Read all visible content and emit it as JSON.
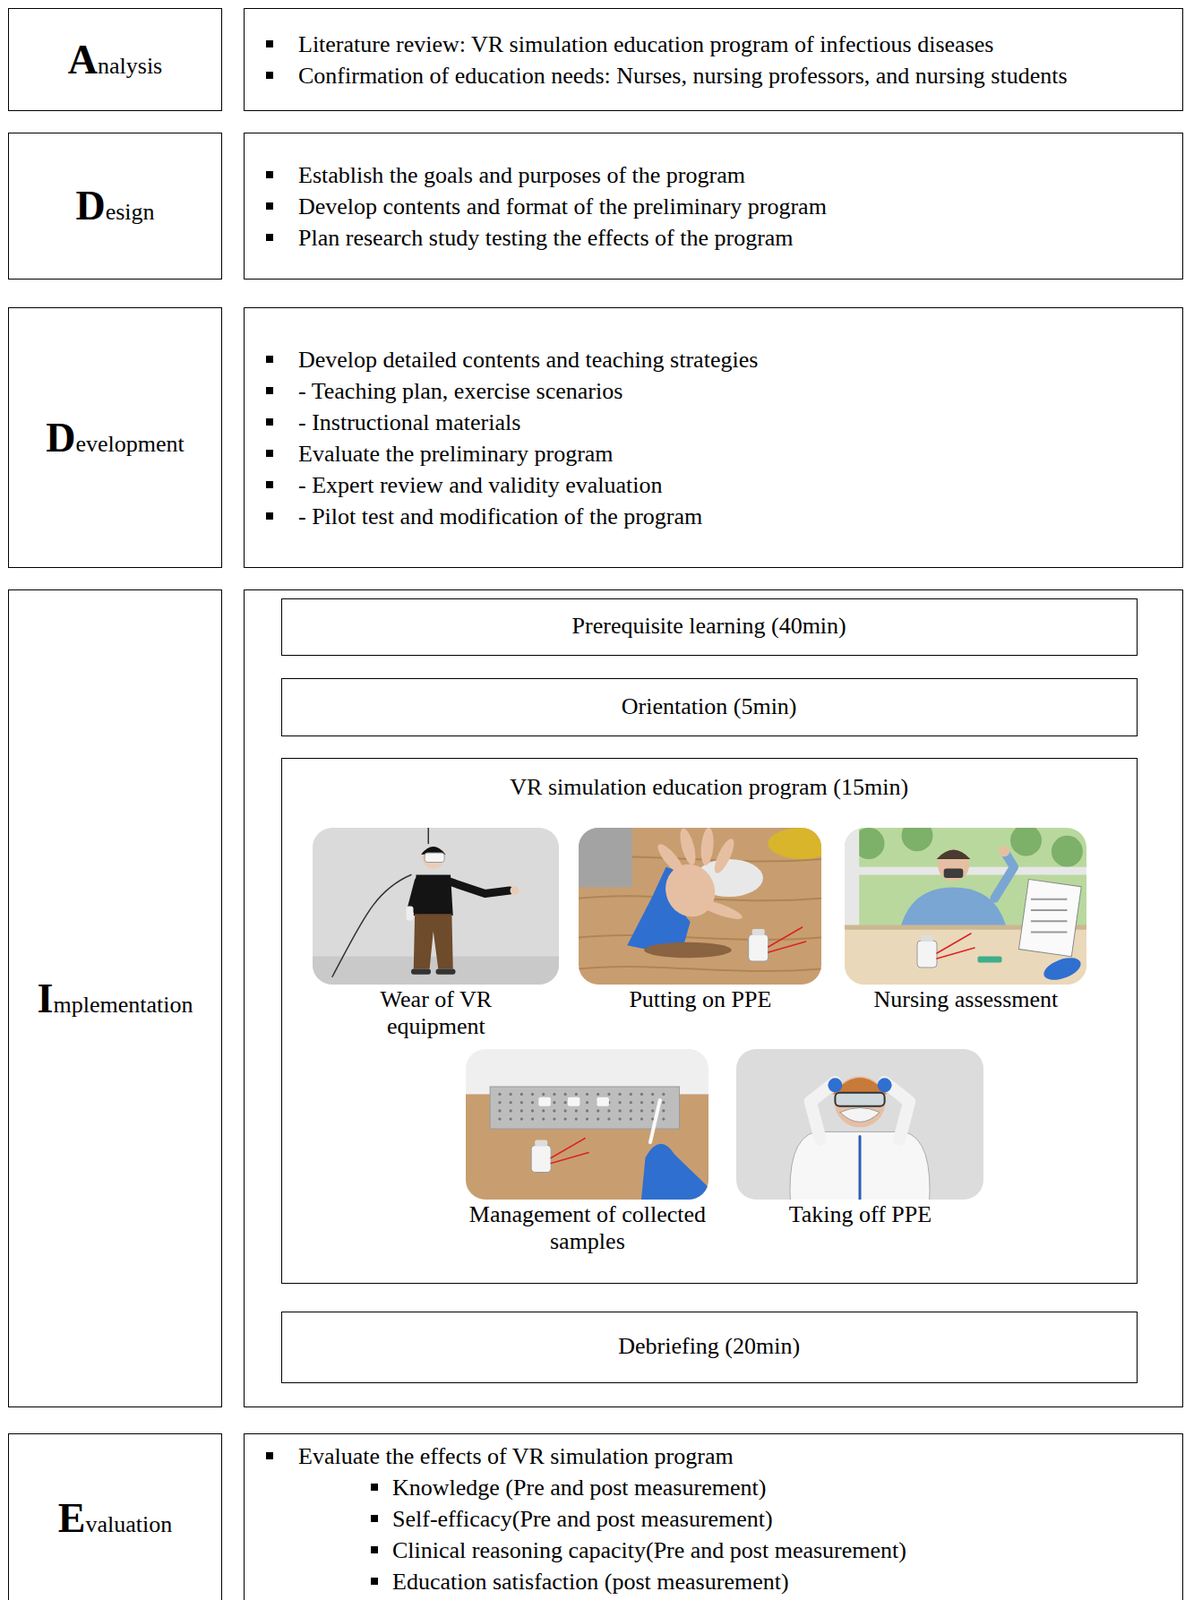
{
  "diagram": {
    "nodes": [
      {
        "text": [
          "Analysis"
        ]
      },
      {
        "text": [
          "Literature review: VR simulation education program of infectious diseases",
          "Confirmation of education needs: Nurses, nursing professors, and nursing students"
        ]
      },
      {
        "text": [
          "Design"
        ]
      },
      {
        "text": [
          "Establish the goals and purposes of the program",
          "Develop contents and format of the preliminary program",
          "Plan research study testing the effects of the program"
        ]
      },
      {
        "text": [
          "Development"
        ]
      },
      {
        "text": [
          "Develop detailed contents and teaching strategies",
          "- Teaching plan, exercise scenarios",
          "- Instructional materials",
          "Evaluate the preliminary program",
          "- Expert review and validity evaluation",
          "- Pilot test and modification of the program"
        ]
      },
      {
        "text": [
          "Implementation"
        ]
      },
      {
        "text": []
      },
      {
        "text": [
          "Prerequisite learning (40min)"
        ],
        "in": 7
      },
      {
        "text": [
          "Orientation (5min)"
        ],
        "in": 7
      },
      {
        "text": [
          "VR simulation education program (15min)"
        ],
        "in": 7
      },
      {
        "text": [
          "Wear of VR equipment"
        ],
        "in": 10
      },
      {
        "text": [
          "Putting on PPE"
        ],
        "in": 10
      },
      {
        "text": [
          "Nursing assessment"
        ],
        "in": 10
      },
      {
        "text": [
          "Management of collected samples"
        ],
        "in": 10
      },
      {
        "text": [
          "Taking off PPE"
        ],
        "in": 10
      },
      {
        "text": [
          "Debriefing (20min)"
        ],
        "in": 7
      },
      {
        "text": [
          "Evaluation"
        ]
      },
      {
        "text": [
          "Evaluate the effects of VR simulation program",
          "Knowledge (Pre and post measurement)",
          "Self-efficacy(Pre and post measurement)",
          "Clinical reasoning capacity(Pre and post measurement)",
          "Education satisfaction (post measurement)"
        ]
      }
    ],
    "edges": [
      {
        "from": 8,
        "to": 9,
        "arrow": "to"
      },
      {
        "from": 9,
        "to": 10,
        "arrow": "to"
      },
      {
        "from": 10,
        "to": 16,
        "arrow": "to"
      }
    ]
  }
}
